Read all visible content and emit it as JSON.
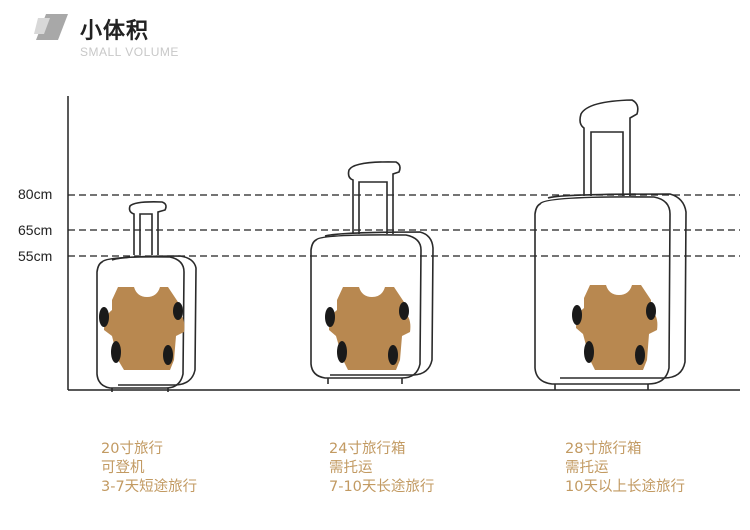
{
  "header": {
    "title": "小体积",
    "subtitle": "SMALL VOLUME"
  },
  "heights": {
    "h80": "80cm",
    "h65": "65cm",
    "h55": "55cm"
  },
  "suitcases": [
    {
      "size": "20寸旅行",
      "line2": "可登机",
      "line3": "3-7天短途旅行"
    },
    {
      "size": "24寸旅行箱",
      "line2": "需托运",
      "line3": "7-10天长途旅行"
    },
    {
      "size": "28寸旅行箱",
      "line2": "需托运",
      "line3": "10天以上长途旅行"
    }
  ],
  "colors": {
    "figure": "#b88850",
    "caption": "#c29a62",
    "line": "#222222"
  }
}
